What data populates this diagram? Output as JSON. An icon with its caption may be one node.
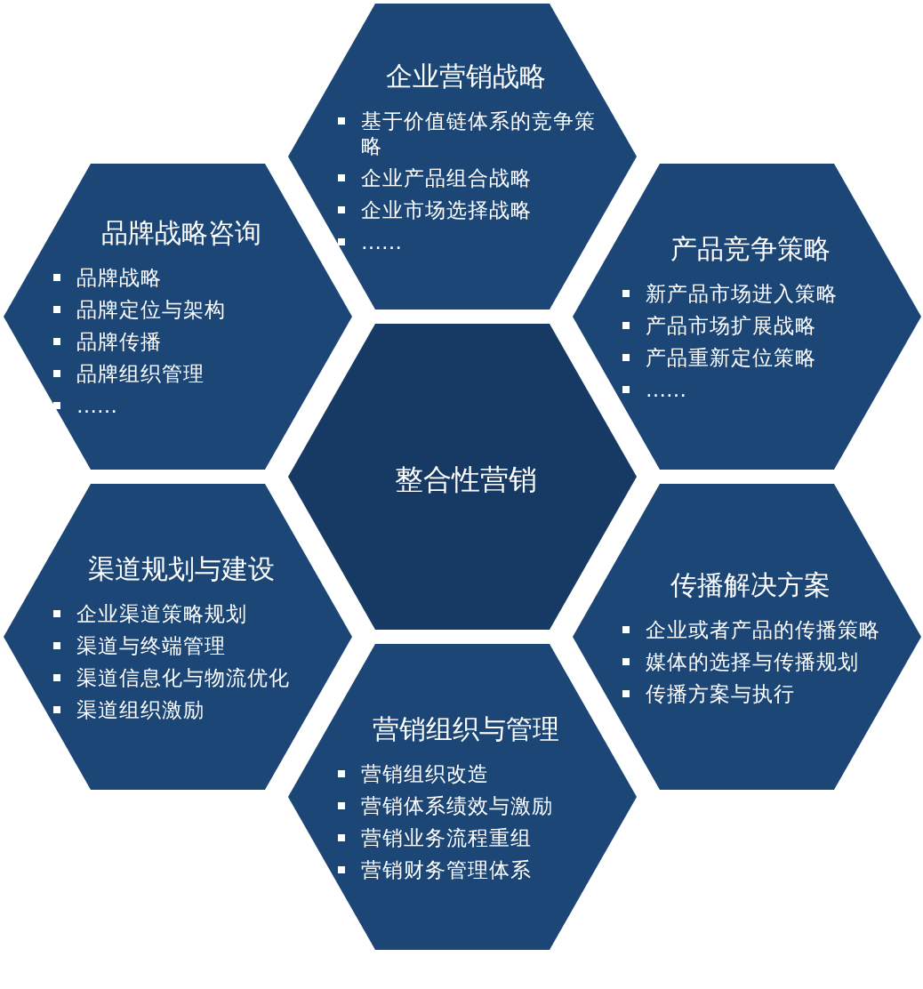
{
  "diagram": {
    "nodes": [
      {
        "text": [
          "企业营销战略",
          "基于价值链体系的竞争策略",
          "企业产品组合战略",
          "企业市场选择战略",
          "……"
        ]
      },
      {
        "text": [
          "品牌战略咨询",
          "品牌战略",
          "品牌定位与架构",
          "品牌传播",
          "品牌组织管理",
          "……"
        ]
      },
      {
        "text": [
          "产品竞争策略",
          "新产品市场进入策略",
          "产品市场扩展战略",
          "产品重新定位策略",
          "……"
        ]
      },
      {
        "text": [
          "整合性营销"
        ]
      },
      {
        "text": [
          "渠道规划与建设",
          "企业渠道策略规划",
          "渠道与终端管理",
          "渠道信息化与物流优化",
          "渠道组织激励"
        ]
      },
      {
        "text": [
          "传播解决方案",
          "企业或者产品的传播策略",
          "媒体的选择与传播规划",
          "传播方案与执行"
        ]
      },
      {
        "text": [
          "营销组织与管理",
          "营销组织改造",
          "营销体系绩效与激励",
          "营销业务流程重组",
          "营销财务管理体系"
        ]
      }
    ],
    "edges": []
  }
}
